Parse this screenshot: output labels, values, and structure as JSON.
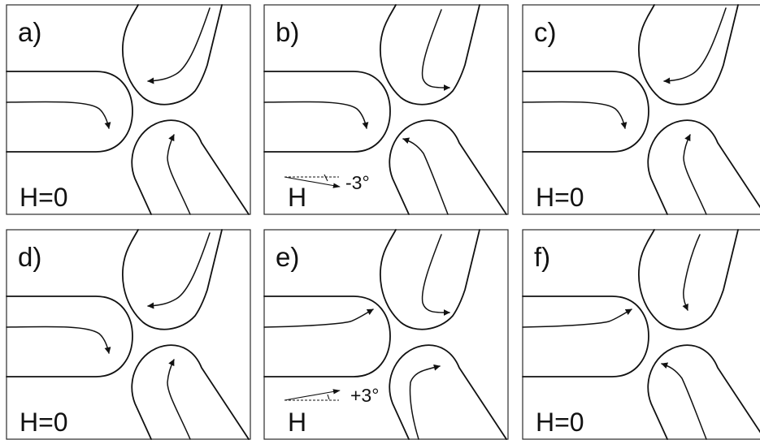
{
  "panels": [
    {
      "id": "a",
      "label": "a)",
      "field": "H=0",
      "angle": "",
      "arrows": [
        "out",
        "in",
        "out"
      ]
    },
    {
      "id": "b",
      "label": "b)",
      "field": "H",
      "angle": "-3°",
      "arrows": [
        "out",
        "out",
        "in"
      ]
    },
    {
      "id": "c",
      "label": "c)",
      "field": "H=0",
      "angle": "",
      "arrows": [
        "out",
        "in",
        "out"
      ]
    },
    {
      "id": "d",
      "label": "d)",
      "field": "H=0",
      "angle": "",
      "arrows": [
        "out",
        "in",
        "out"
      ]
    },
    {
      "id": "e",
      "label": "e)",
      "field": "H",
      "angle": "+3°",
      "arrows": [
        "in",
        "out",
        "out"
      ]
    },
    {
      "id": "f",
      "label": "f)",
      "field": "H=0",
      "angle": "",
      "arrows": [
        "in",
        "out",
        "in"
      ]
    }
  ]
}
